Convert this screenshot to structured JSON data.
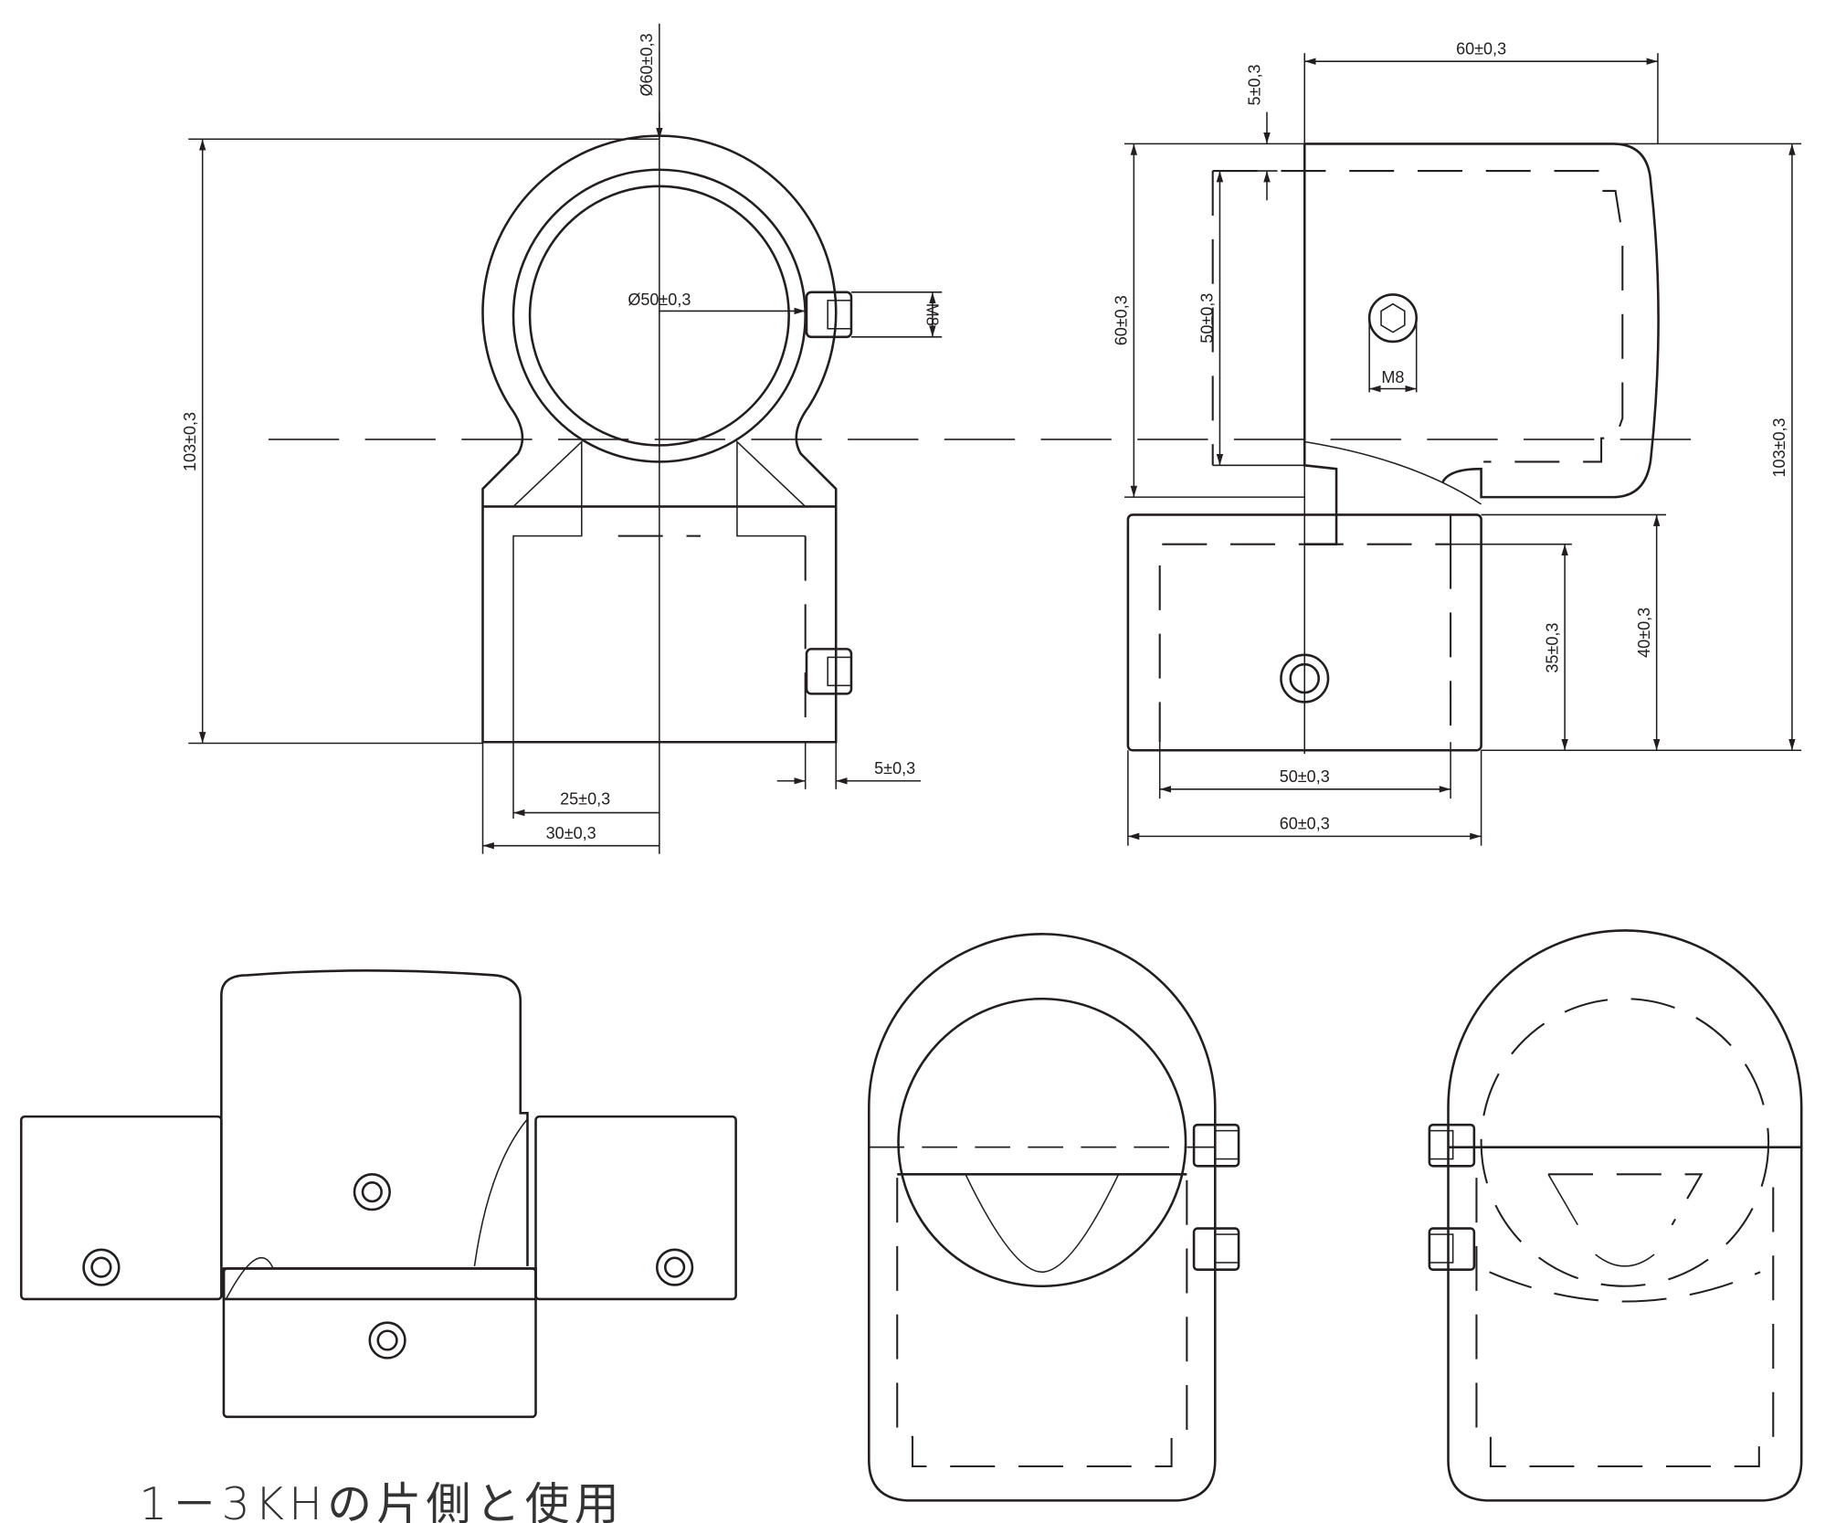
{
  "front_view": {
    "outer_diameter": "Ø60±0,3",
    "inner_diameter": "Ø50±0,3",
    "bolt": "M8",
    "height": "103±0,3",
    "half_inner_width": "25±0,3",
    "half_width": "30±0,3",
    "wall": "5±0,3"
  },
  "side_view": {
    "top_width": "60±0,3",
    "wall": "5±0,3",
    "upper_outer": "60±0,3",
    "upper_inner": "50±0,3",
    "bolt": "M8",
    "height": "103±0,3",
    "lower_height": "40±0,3",
    "lower_inner": "35±0,3",
    "lower_inner_width": "50±0,3",
    "lower_width": "60±0,3"
  },
  "caption": "1－3KHの片側と使用"
}
